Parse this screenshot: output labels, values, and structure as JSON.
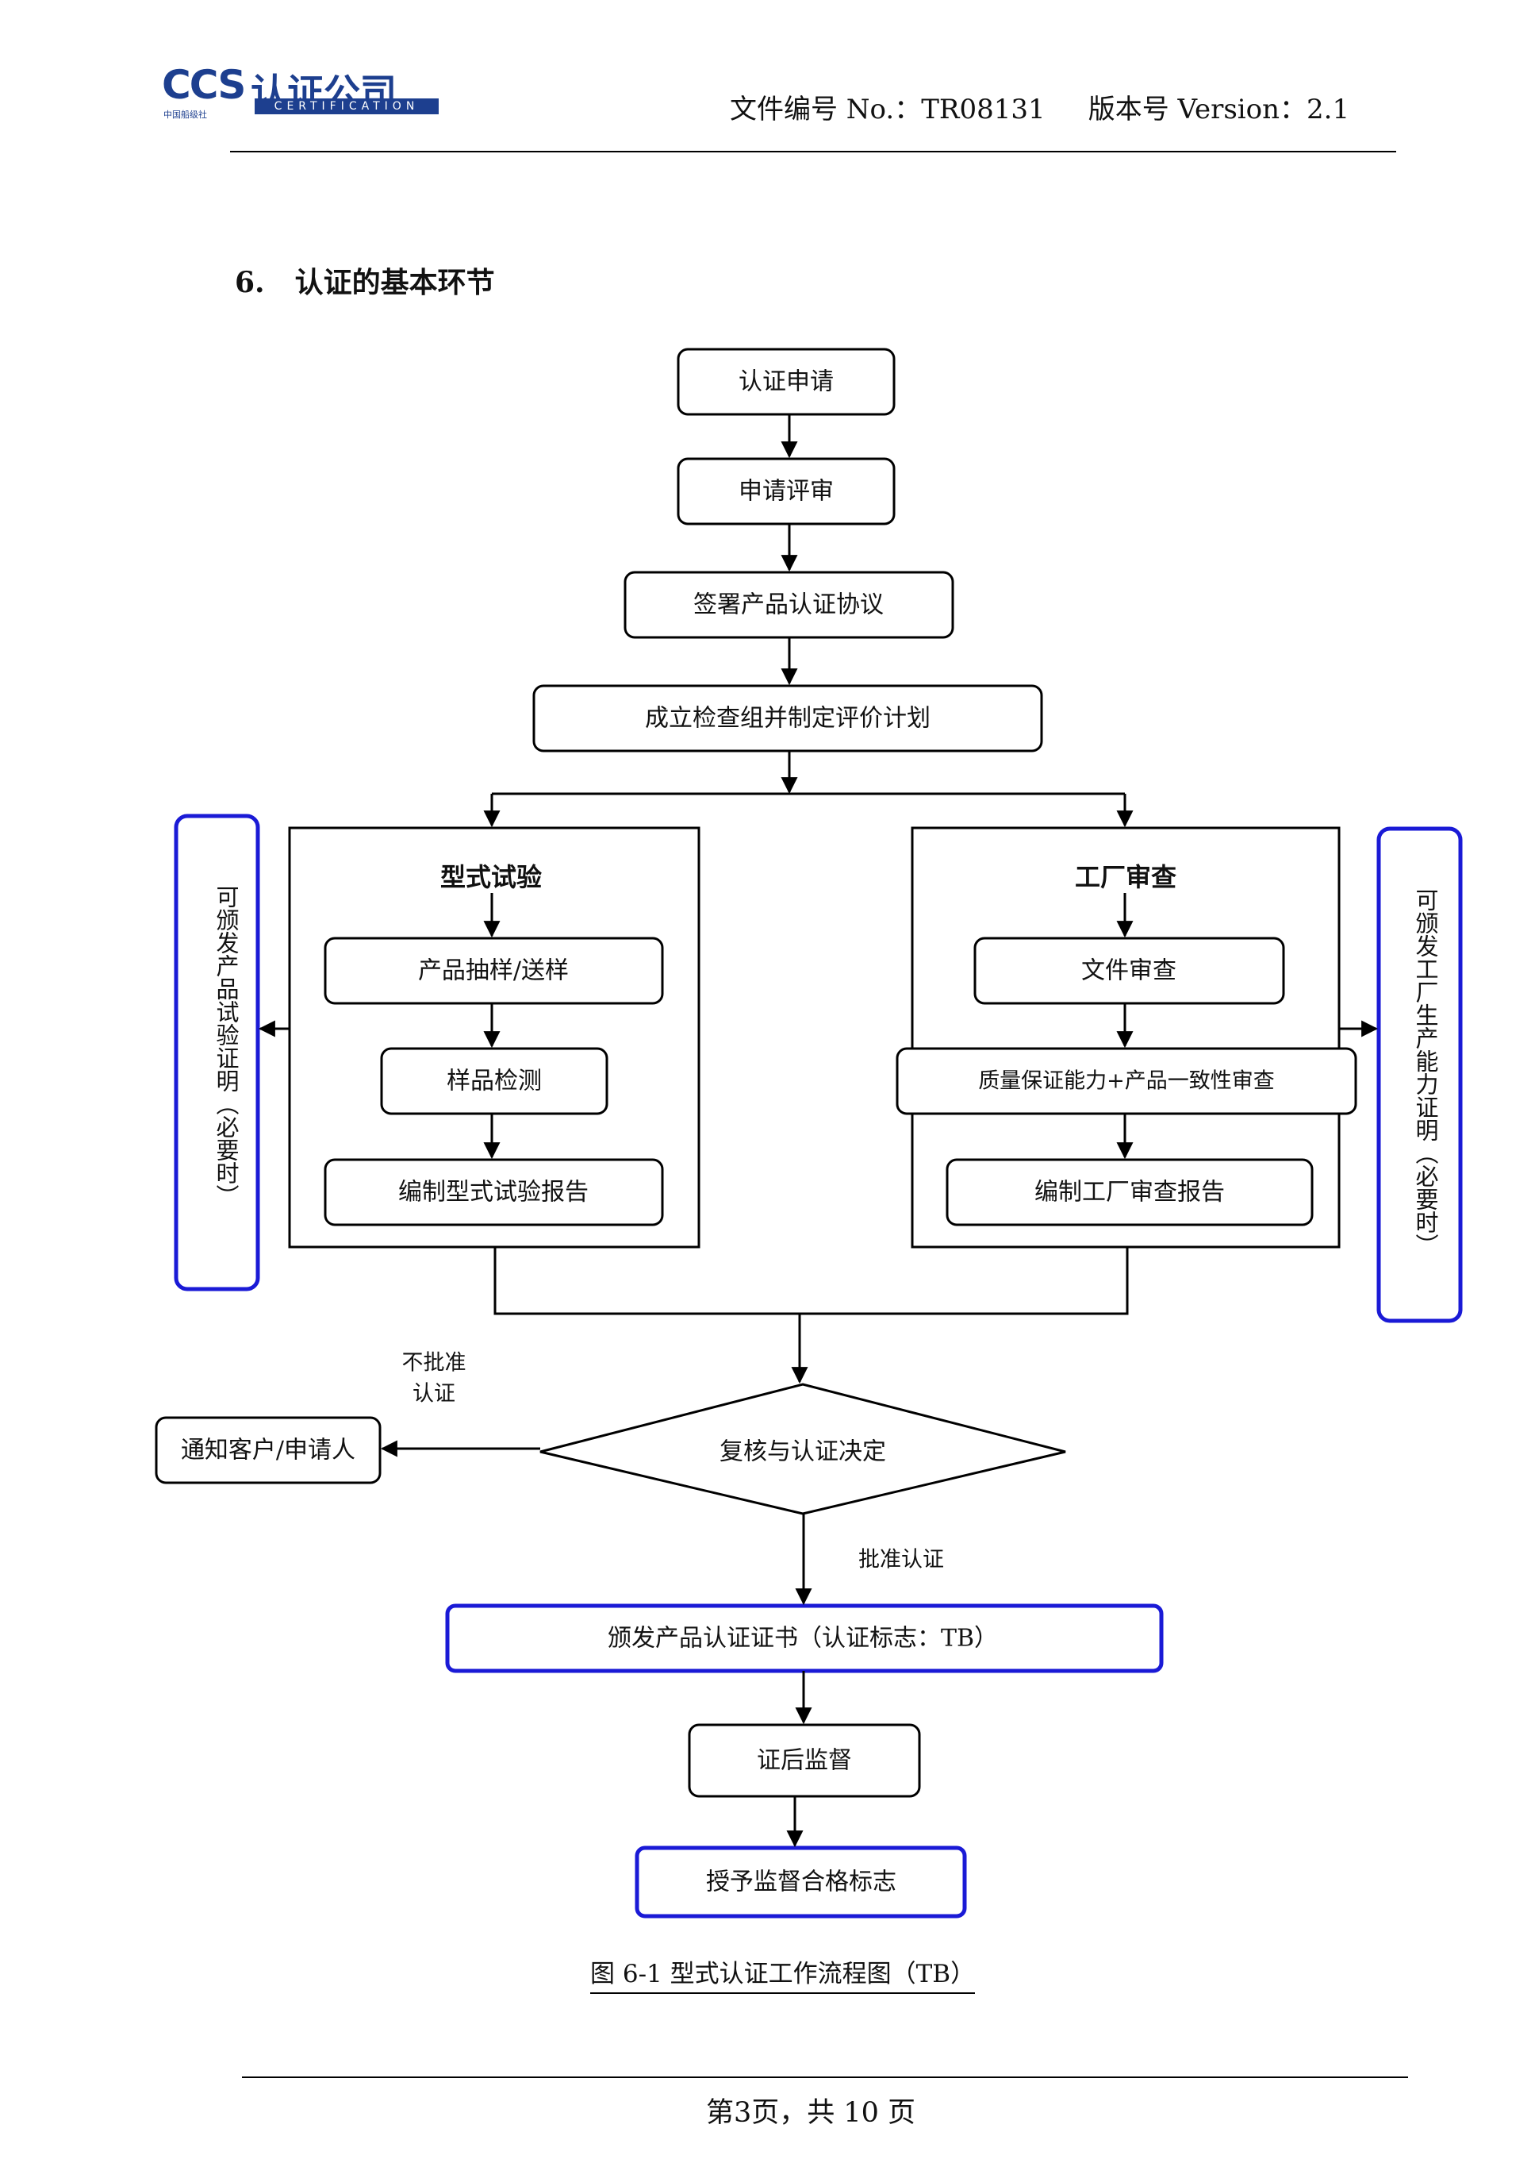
{
  "header": {
    "logo_ccs": "CCS",
    "logo_cn": "认证公司",
    "logo_sub": "中国船级社",
    "logo_cert": "CERTIFICATION",
    "doc_no_label": "文件编号 No.：",
    "doc_no": "TR08131",
    "version_label": "版本号 Version：",
    "version": "2.1"
  },
  "section": {
    "number": "6.",
    "title": "认证的基本环节"
  },
  "flow": {
    "apply": "认证申请",
    "review_apply": "申请评审",
    "sign": "签署产品认证协议",
    "plan": "成立检查组并制定评价计划",
    "type_test": {
      "title": "型式试验",
      "steps": [
        "产品抽样/送样",
        "样品检测",
        "编制型式试验报告"
      ]
    },
    "factory": {
      "title": "工厂审查",
      "steps": [
        "文件审查",
        "质量保证能力+产品一致性审查",
        "编制工厂审查报告"
      ]
    },
    "left_note": "可颁发产品试验证明（必要时）",
    "right_note": "可颁发工厂生产能力证明（必要时）",
    "decision": "复核与认证决定",
    "reject_label": [
      "不批准",
      "认证"
    ],
    "notify": "通知客户/申请人",
    "approve_label": "批准认证",
    "certificate": "颁发产品认证证书（认证标志：TB）",
    "surveillance": "证后监督",
    "grant": "授予监督合格标志"
  },
  "caption": "图 6-1  型式认证工作流程图（TB）",
  "footer": "第3页，共 10 页",
  "colors": {
    "blue_border": "#1a1ad6",
    "brand": "#1d3f8f"
  }
}
